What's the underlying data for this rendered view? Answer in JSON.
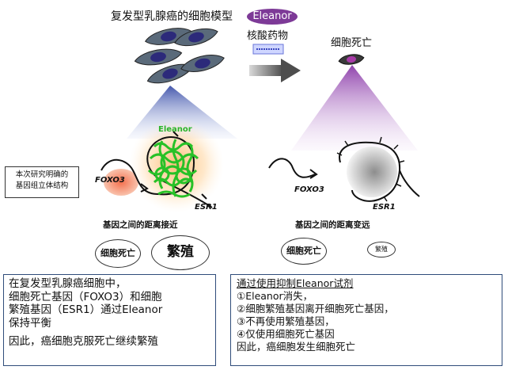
{
  "header": {
    "title": "复发型乳腺癌的细胞模型",
    "eleanor_label": "Eleanor",
    "drug_label": "核酸药物",
    "cell_death_label": "细胞死亡"
  },
  "side_note": {
    "line1": "本次研究明确的",
    "line2": "基因组立体结构"
  },
  "diagram_left": {
    "eleanor_label": "Eleanor",
    "gene_a": "FOXO3",
    "gene_b": "ESR1",
    "caption": "基因之间的距离接近",
    "oval_death": "细胞死亡",
    "oval_prolif": "繁殖"
  },
  "diagram_right": {
    "gene_a": "FOXO3",
    "gene_b": "ESR1",
    "caption": "基因之间的距离变远",
    "oval_death": "细胞死亡",
    "oval_prolif": "繁殖"
  },
  "left_panel": {
    "lines": [
      "在复发型乳腺癌细胞中，",
      "细胞死亡基因（FOXO3）和细胞",
      "繁殖基因（ESR1）通过Eleanor",
      "保持平衡"
    ],
    "conclusion": "因此，癌细胞克服死亡继续繁殖"
  },
  "right_panel": {
    "heading": "通过使用抑制Eleanor试剂",
    "lines": [
      "①Eleanor消失，",
      "②细胞繁殖基因离开细胞死亡基因，",
      "③不再使用繁殖基因，",
      "④仅使用细胞死亡基因",
      "因此，癌细胞发生细胞死亡"
    ]
  },
  "colors": {
    "cell_body": "#5a6a7a",
    "nucleus": "#2c2a7a",
    "eleanor_purple": "#7d3a97",
    "blue_beam": "#4a5fb0",
    "purple_beam": "#9a4fb3",
    "eleanor_green": "#2bb52b",
    "panel_border": "#2f4c7a",
    "foxo3_blob": "#f08a6a",
    "glow_orange": "#ffc98a"
  }
}
